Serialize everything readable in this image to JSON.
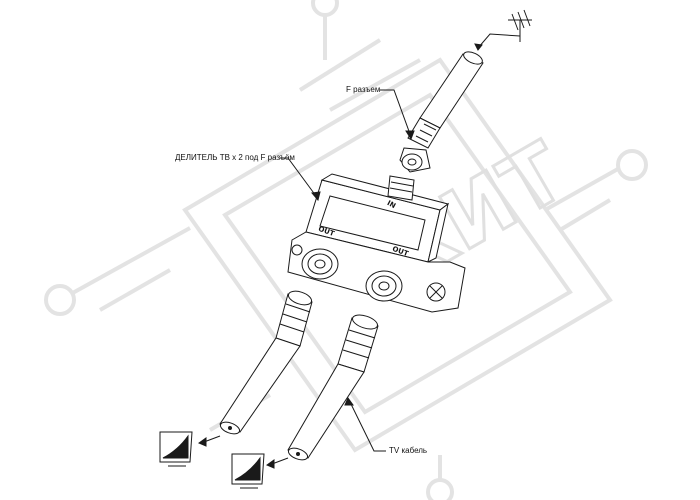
{
  "labels": {
    "f_connector": "F разъем",
    "splitter": "ДЕЛИТЕЛЬ ТВ x 2 под F разъём",
    "tv_cable": "TV кабель"
  },
  "ports": {
    "in": "IN",
    "out_left": "OUT",
    "out_right": "OUT"
  },
  "watermark": {
    "text": "КИТ"
  },
  "colors": {
    "line": "#1a1a1a",
    "watermark": "#e3e3e3",
    "fill": "#ffffff"
  },
  "icons": [
    "antenna-icon",
    "tv-icon",
    "tv-icon",
    "wall-screw-icon"
  ]
}
